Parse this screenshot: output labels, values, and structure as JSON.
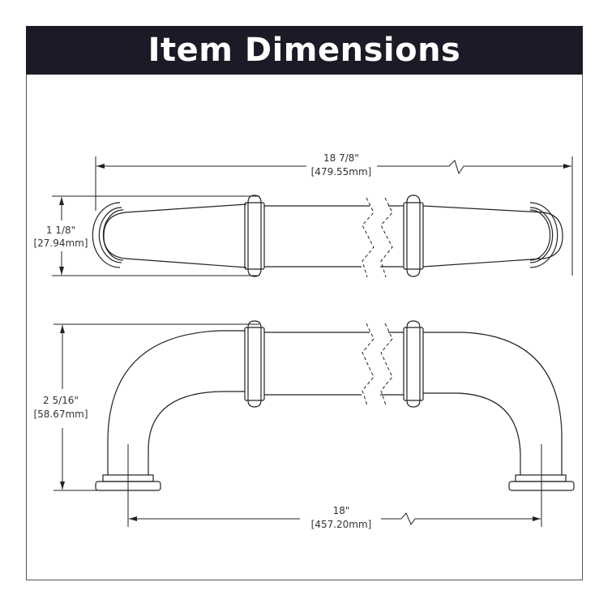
{
  "header": {
    "title": "Item Dimensions",
    "background_color": "#1b1a26",
    "text_color": "#ffffff"
  },
  "dimensions": {
    "overall_length": {
      "imperial": "18 7/8\"",
      "metric": "[479.55mm]"
    },
    "width": {
      "imperial": "1 1/8\"",
      "metric": "[27.94mm]"
    },
    "projection": {
      "imperial": "2 5/16\"",
      "metric": "[58.67mm]"
    },
    "center_to_center": {
      "imperial": "18\"",
      "metric": "[457.20mm]"
    }
  },
  "views": {
    "top_view": "top-view-of-pull-handle",
    "side_view": "side-view-of-pull-handle"
  },
  "line_color": "#222222"
}
